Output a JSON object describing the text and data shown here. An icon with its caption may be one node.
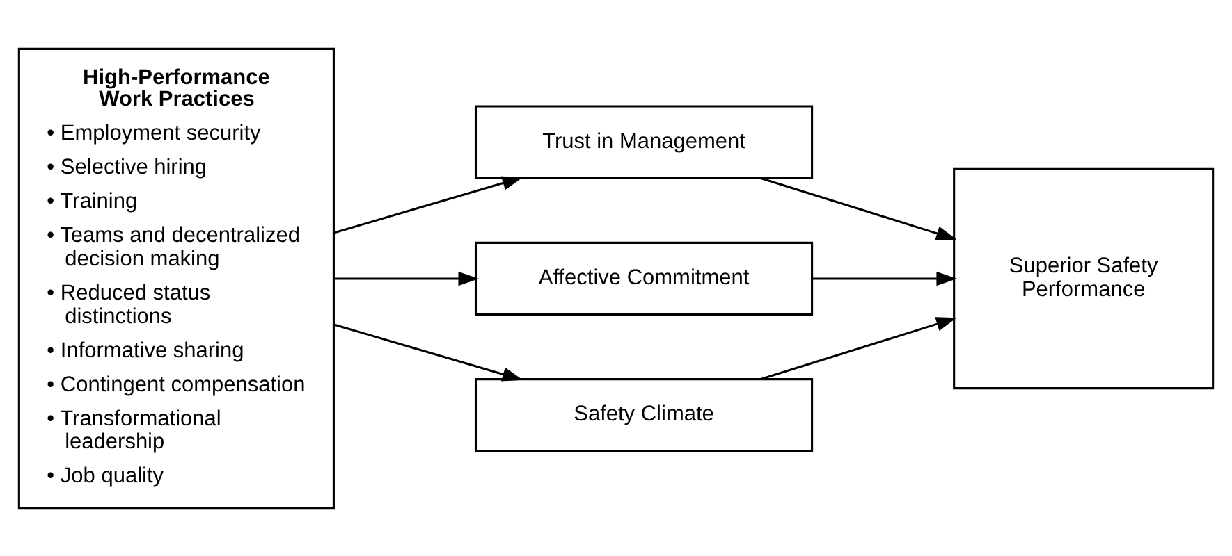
{
  "diagram": {
    "nodes": [
      {
        "text": [
          "High-Performance Work Practices",
          "• Employment security",
          "• Selective hiring",
          "• Training",
          "• Teams and decentralized decision making",
          "• Reduced status distinctions",
          "• Informative sharing",
          "• Contingent compensation",
          "• Transformational leadership",
          "• Job quality"
        ]
      },
      {
        "text": [
          "Trust in Management"
        ]
      },
      {
        "text": [
          "Affective Commitment"
        ]
      },
      {
        "text": [
          "Safety Climate"
        ]
      },
      {
        "text": [
          "Superior Safety Performance"
        ]
      }
    ],
    "edges": [
      {
        "from": 0,
        "to": 1,
        "arrow": "to"
      },
      {
        "from": 0,
        "to": 2,
        "arrow": "to"
      },
      {
        "from": 0,
        "to": 3,
        "arrow": "to"
      },
      {
        "from": 1,
        "to": 4,
        "arrow": "to"
      },
      {
        "from": 2,
        "to": 4,
        "arrow": "to"
      },
      {
        "from": 3,
        "to": 4,
        "arrow": "to"
      }
    ]
  }
}
